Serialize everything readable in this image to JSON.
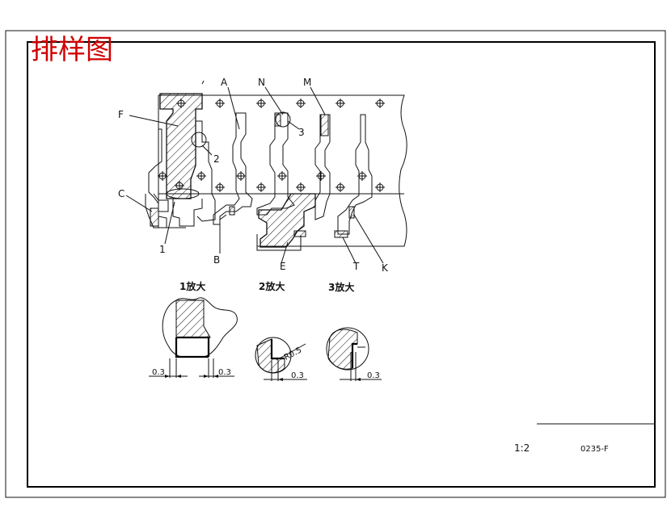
{
  "sheet": {
    "title": "排样图",
    "scale": "1:2",
    "drawing_number": "0235-F"
  },
  "callouts": {
    "F": "F",
    "A": "A",
    "N": "N",
    "M": "M",
    "C": "C",
    "B": "B",
    "E": "E",
    "T": "T",
    "K": "K",
    "n1": "1",
    "n2": "2",
    "n3": "3"
  },
  "details": [
    {
      "title": "1放大",
      "dim_left": "0.3",
      "dim_right": "0.3"
    },
    {
      "title": "2放大",
      "radius": "R0.5",
      "dim": "0.3"
    },
    {
      "title": "3放大",
      "dim": "0.3"
    }
  ],
  "colors": {
    "title": "#d00000",
    "line": "#111111"
  }
}
